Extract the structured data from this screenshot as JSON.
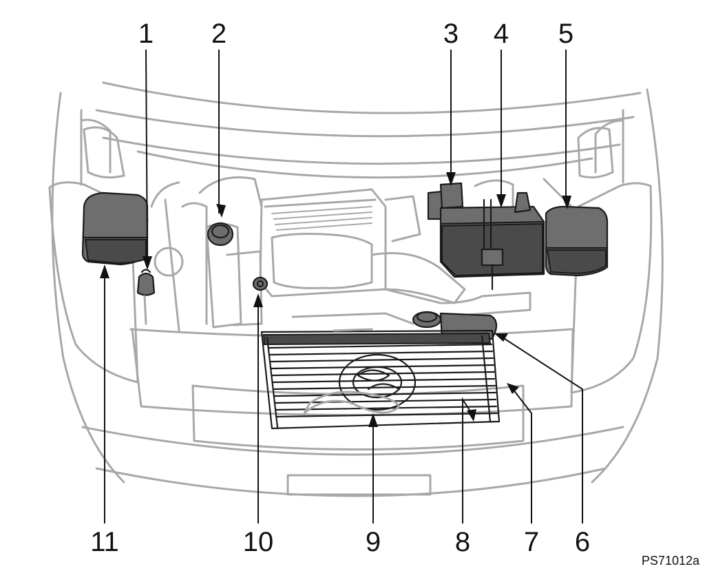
{
  "figure_code": "PS71012a",
  "callouts": {
    "c1": "1",
    "c2": "2",
    "c3": "3",
    "c4": "4",
    "c5": "5",
    "c6": "6",
    "c7": "7",
    "c8": "8",
    "c9": "9",
    "c10": "10",
    "c11": "11"
  }
}
